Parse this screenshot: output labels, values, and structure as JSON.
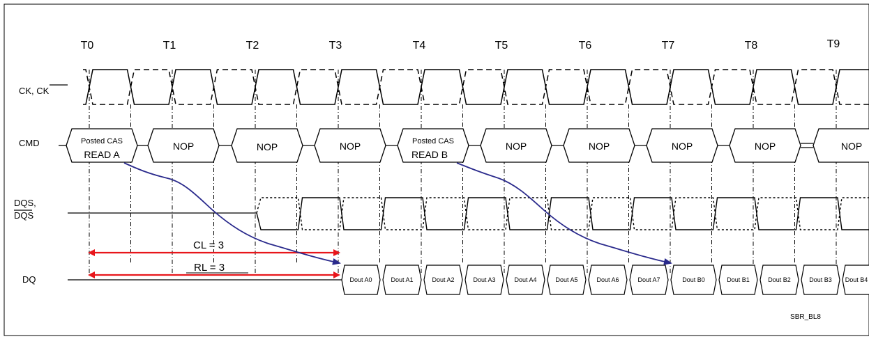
{
  "diagram": {
    "time_markers": [
      "T0",
      "T1",
      "T2",
      "T3",
      "T4",
      "T5",
      "T6",
      "T7",
      "T8",
      "T9"
    ],
    "signals": {
      "clock": "CK, CK",
      "command": "CMD",
      "strobe_line1": "DQS,",
      "strobe_line2": "DQS",
      "data": "DQ"
    },
    "commands": [
      {
        "line1": "Posted  CAS",
        "line2": "READ A"
      },
      {
        "line1": "NOP",
        "line2": ""
      },
      {
        "line1": "NOP",
        "line2": ""
      },
      {
        "line1": "NOP",
        "line2": ""
      },
      {
        "line1": "Posted CAS",
        "line2": "READ B"
      },
      {
        "line1": "NOP",
        "line2": ""
      },
      {
        "line1": "NOP",
        "line2": ""
      },
      {
        "line1": "NOP",
        "line2": ""
      },
      {
        "line1": "NOP",
        "line2": ""
      },
      {
        "line1": "NOP",
        "line2": ""
      }
    ],
    "data_outputs": [
      "Dout A0",
      "Dout A1",
      "Dout A2",
      "Dout A3",
      "Dout A4",
      "Dout A5",
      "Dout A6",
      "Dout A7",
      "Dout B0",
      "Dout B1",
      "Dout B2",
      "Dout B3",
      "Dout B4"
    ],
    "latencies": {
      "cas_latency": "CL =  3",
      "read_latency": "RL = 3"
    },
    "reference": "SBR_BL8",
    "colors": {
      "line": "#000000",
      "latency_arrow": "#e8161b",
      "causal_arrow": "#2a2a8c"
    }
  }
}
